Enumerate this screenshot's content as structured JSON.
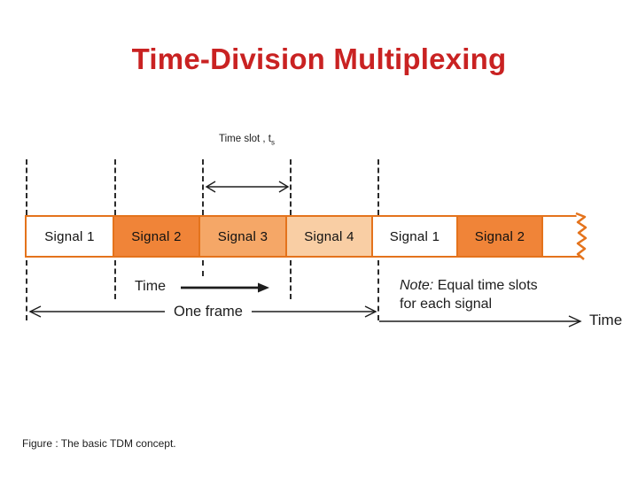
{
  "title": "Time-Division Multiplexing",
  "colors": {
    "title_red": "#c92222",
    "box_border_orange": "#e4731c",
    "signal2_fill": "#f08438",
    "signal3_fill": "#f5a767",
    "signal4_fill": "#f9cea4",
    "signal1_fill": "#ffffff",
    "line_black": "#1d1d1d"
  },
  "diagram": {
    "time_slot_label": {
      "text": "Time slot , t",
      "sub": "s"
    },
    "slots": [
      {
        "label": "Signal 1",
        "fill": "#ffffff"
      },
      {
        "label": "Signal 2",
        "fill": "#f08438"
      },
      {
        "label": "Signal 3",
        "fill": "#f5a767"
      },
      {
        "label": "Signal 4",
        "fill": "#f9cea4"
      },
      {
        "label": "Signal 1",
        "fill": "#ffffff"
      },
      {
        "label": "Signal 2",
        "fill": "#f08438"
      },
      {
        "label": "",
        "fill": "#ffffff"
      }
    ],
    "time_arrow_label": "Time",
    "one_frame_label": "One frame",
    "note": {
      "prefix": "Note:",
      "line1_rest": " Equal time slots",
      "line2": "for each signal"
    },
    "time_axis_label": "Time"
  },
  "caption": "Figure : The basic TDM concept."
}
